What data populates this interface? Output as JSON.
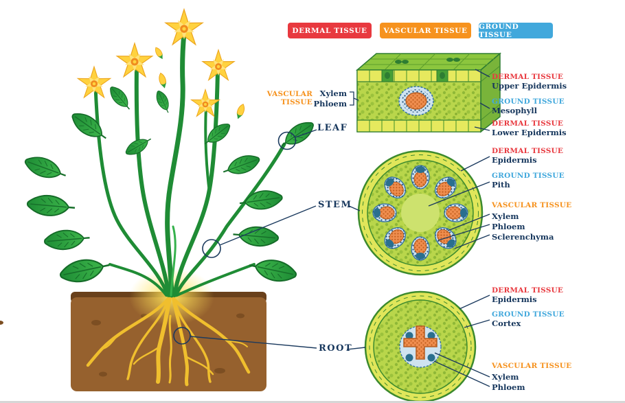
{
  "legend": {
    "items": [
      {
        "label": "DERMAL TISSUE",
        "color": "#e8393f"
      },
      {
        "label": "VASCULAR TISSUE",
        "color": "#f6921e"
      },
      {
        "label": "GROUND TISSUE",
        "color": "#41a8dc"
      }
    ]
  },
  "plant": {
    "leaf_label": "LEAF",
    "stem_label": "STEM",
    "root_label": "ROOT"
  },
  "leaf_section": {
    "vascular_heading": "VASCULAR TISSUE",
    "xylem": "Xylem",
    "phloem": "Phloem",
    "callouts": [
      {
        "category": "DERMAL TISSUE",
        "part": "Upper Epidermis"
      },
      {
        "category": "GROUND TISSUE",
        "part": "Mesophyll"
      },
      {
        "category": "DERMAL TISSUE",
        "part": "Lower Epidermis"
      }
    ]
  },
  "stem_section": {
    "callouts": [
      {
        "category": "DERMAL TISSUE",
        "part": "Epidermis"
      },
      {
        "category": "GROUND TISSUE",
        "part": "Pith"
      }
    ],
    "vascular": {
      "category": "VASCULAR TISSUE",
      "parts": [
        "Xylem",
        "Phloem",
        "Sclerenchyma"
      ]
    }
  },
  "root_section": {
    "callouts": [
      {
        "category": "DERMAL TISSUE",
        "part": "Epidermis"
      },
      {
        "category": "GROUND TISSUE",
        "part": "Cortex"
      }
    ],
    "vascular": {
      "category": "VASCULAR TISSUE",
      "parts": [
        "Xylem",
        "Phloem"
      ]
    }
  },
  "colors": {
    "dermal": "#e8393f",
    "vascular": "#f6921e",
    "ground": "#41a8dc",
    "label_text": "#16365c",
    "leader_line": "#1b3a5e",
    "leaf_green": "#2fae46",
    "soil_brown": "#96612e",
    "root_yellow": "#f0bf2e"
  }
}
